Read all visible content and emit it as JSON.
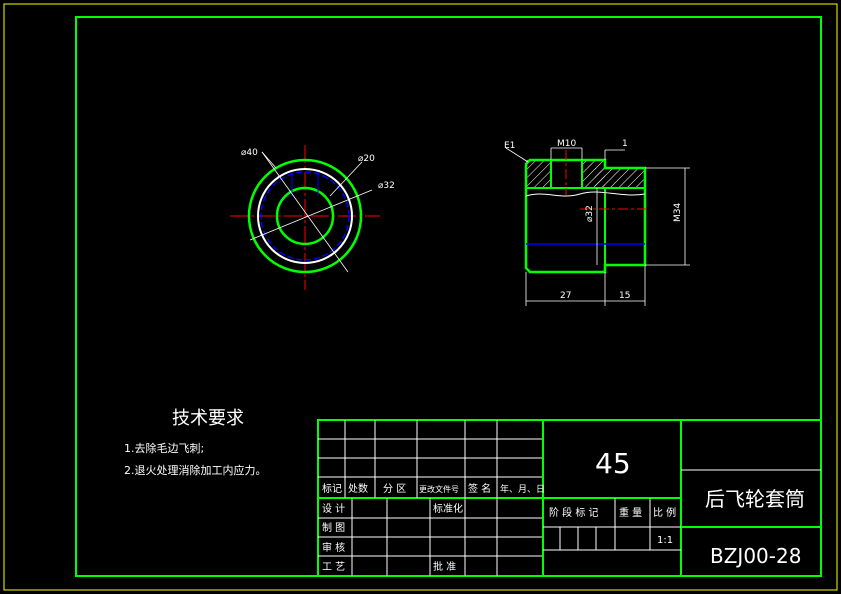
{
  "front_view": {
    "dim_outer": "⌀40",
    "dim_inner": "⌀20",
    "dim_mid": "⌀32"
  },
  "section_view": {
    "chamfer": "E1",
    "thread_top": "M10",
    "step": "1",
    "dia_left": "⌀32",
    "dia_right": "M34",
    "len_left": "27",
    "len_right": "15"
  },
  "tech_req": {
    "title": "技术要求",
    "items": [
      "1.去除毛边飞刺;",
      "2.退火处理消除加工内应力。"
    ]
  },
  "title_block": {
    "material": "45",
    "part_name": "后飞轮套筒",
    "drawing_no": "BZJ00-28",
    "scale": "1:1",
    "header_cells": [
      "标记",
      "处数",
      "分 区",
      "更改文件号",
      "签 名",
      "年、月、日"
    ],
    "row_labels": [
      "设 计",
      "制 图",
      "审 核",
      "工 艺"
    ],
    "standardization": "标准化",
    "approval": "批 准",
    "stage_mark": "阶 段 标 记",
    "weight": "重 量",
    "ratio": "比 例"
  },
  "colors": {
    "border_outer": "#ffff00",
    "border_inner": "#00ff00",
    "center_line": "#ff0000",
    "hidden_line": "#0000ff",
    "hatch": "#ffffff"
  }
}
